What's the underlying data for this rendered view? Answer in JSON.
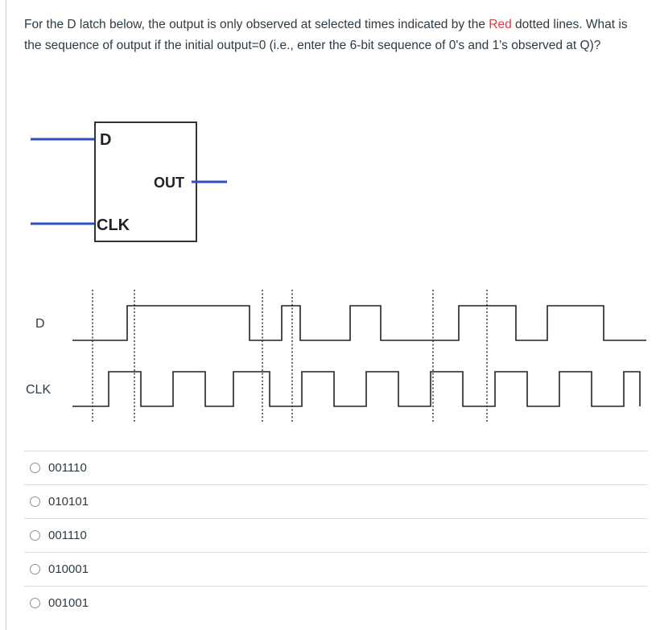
{
  "question": {
    "text_before": "For the D latch below, the output is only observed at selected times indicated by the ",
    "red_word": "Red",
    "text_after": " dotted lines. What is the sequence of output if the initial output=0 (i.e., enter the 6-bit sequence of 0's and 1's observed at Q)?"
  },
  "latch": {
    "d_label": "D",
    "clk_label": "CLK",
    "out_label": "OUT"
  },
  "timing": {
    "d_label": "D",
    "clk_label": "CLK"
  },
  "answers": [
    {
      "label": "001110"
    },
    {
      "label": "010101"
    },
    {
      "label": "001110"
    },
    {
      "label": "010001"
    },
    {
      "label": "001001"
    }
  ],
  "colors": {
    "wire": "#2f4fbf",
    "dotted": "#444444",
    "text": "#2d3b45",
    "red": "#e0393e"
  }
}
